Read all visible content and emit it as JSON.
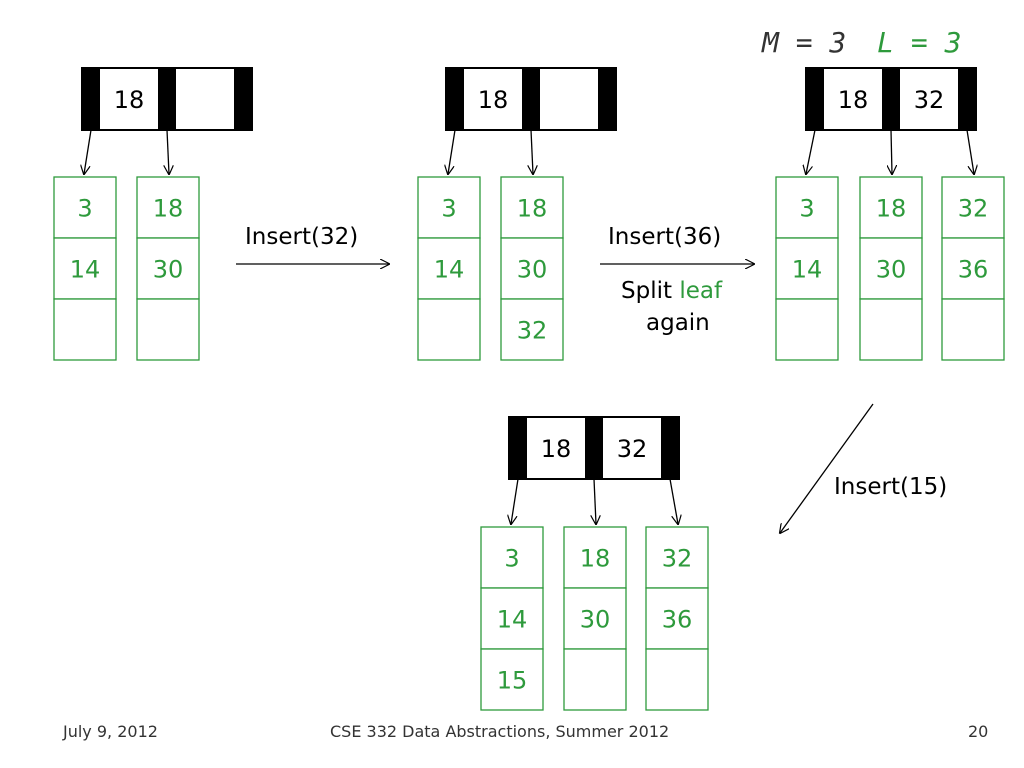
{
  "params": {
    "m_label": "M = 3",
    "l_label": "L = 3",
    "leaf_color": "#2e9a3c"
  },
  "operations": {
    "insert32": "Insert(32)",
    "insert36": "Insert(36)",
    "split_prefix": "Split ",
    "split_word": "leaf",
    "split_suffix": "again",
    "insert15": "Insert(15)"
  },
  "trees": [
    {
      "internal_keys": [
        "18",
        ""
      ],
      "leaves": [
        [
          "3",
          "14",
          ""
        ],
        [
          "18",
          "30",
          ""
        ]
      ]
    },
    {
      "internal_keys": [
        "18",
        ""
      ],
      "leaves": [
        [
          "3",
          "14",
          ""
        ],
        [
          "18",
          "30",
          "32"
        ]
      ]
    },
    {
      "internal_keys": [
        "18",
        "32"
      ],
      "leaves": [
        [
          "3",
          "14",
          ""
        ],
        [
          "18",
          "30",
          ""
        ],
        [
          "32",
          "36",
          ""
        ]
      ]
    },
    {
      "internal_keys": [
        "18",
        "32"
      ],
      "leaves": [
        [
          "3",
          "14",
          "15"
        ],
        [
          "18",
          "30",
          ""
        ],
        [
          "32",
          "36",
          ""
        ]
      ]
    }
  ],
  "footer": {
    "date": "July 9, 2012",
    "course": "CSE 332 Data Abstractions, Summer 2012",
    "page": "20"
  }
}
